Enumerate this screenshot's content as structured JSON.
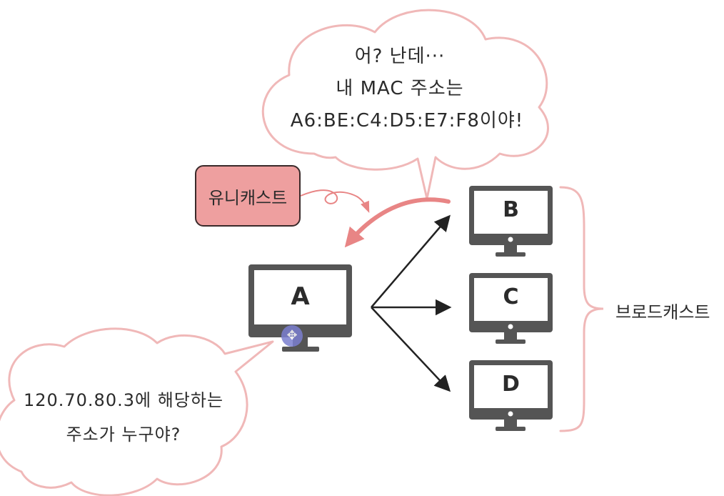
{
  "top_bubble": {
    "lines": [
      "어? 난데···",
      "내 MAC 주소는",
      "A6:BE:C4:D5:E7:F8이야!"
    ]
  },
  "bottom_bubble": {
    "lines": [
      "120.70.80.3에 해당하는",
      "주소가 누구야?"
    ]
  },
  "unicast_label": "유니캐스트",
  "broadcast_label": "브로드캐스트",
  "computers": {
    "a": "A",
    "b": "B",
    "c": "C",
    "d": "D"
  },
  "colors": {
    "pink_outline": "#f0b8b8",
    "pink_arrow": "#e88585",
    "tag_fill": "#ee9f9f",
    "monitor_gray": "#555555",
    "arrow_dark": "#222222",
    "cursor": "#7b7fd0"
  },
  "icons": {
    "cursor": "move-cursor-icon"
  }
}
